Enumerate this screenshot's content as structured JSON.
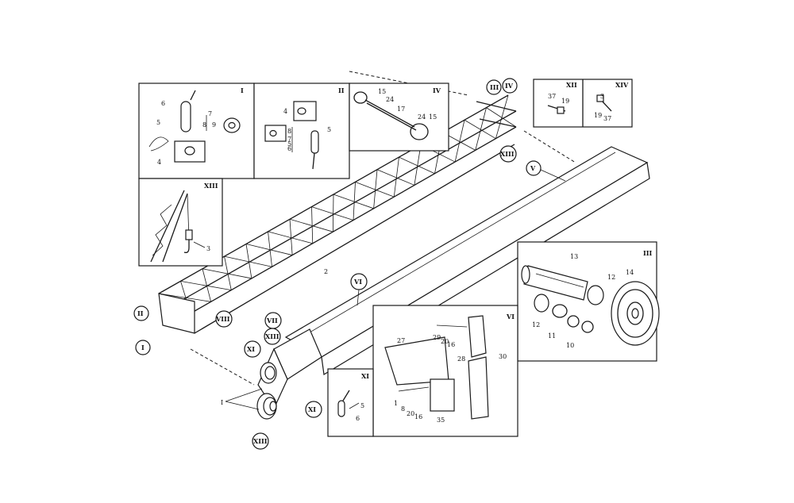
{
  "panels": {
    "p1": {
      "title": "I",
      "labels": [
        "6",
        "7",
        "8",
        "9",
        "5",
        "4"
      ]
    },
    "p2": {
      "title": "II",
      "labels": [
        "4",
        "8",
        "5",
        "7",
        "6",
        "5"
      ]
    },
    "p4": {
      "title": "IV",
      "labels": [
        "15",
        "24",
        "17",
        "24",
        "15"
      ]
    },
    "p12": {
      "title": "XII",
      "labels": [
        "37",
        "19"
      ]
    },
    "p14": {
      "title": "XIV",
      "labels": [
        "3",
        "19",
        "37"
      ]
    },
    "p13": {
      "title": "XIII",
      "labels": [
        "3"
      ]
    },
    "p3": {
      "title": "III",
      "labels": [
        "13",
        "12",
        "14",
        "12",
        "11",
        "10"
      ]
    },
    "p6": {
      "title": "VI",
      "labels": [
        "29",
        "20",
        "16",
        "27",
        "28",
        "30",
        "1",
        "8",
        "20",
        "16",
        "35"
      ]
    },
    "p11": {
      "title": "XI",
      "labels": [
        "5",
        "6"
      ]
    }
  },
  "callouts": {
    "main_2": "2",
    "c3": "III",
    "c4": "IV",
    "c13t": "XIII",
    "c5": "V",
    "c6": "VI",
    "c2": "II",
    "c1": "I",
    "c8": "VIII",
    "c7": "VII",
    "c13a": "XIII",
    "c11a": "XI",
    "c11b": "XI",
    "c13b": "XIII",
    "i_label": "I"
  }
}
